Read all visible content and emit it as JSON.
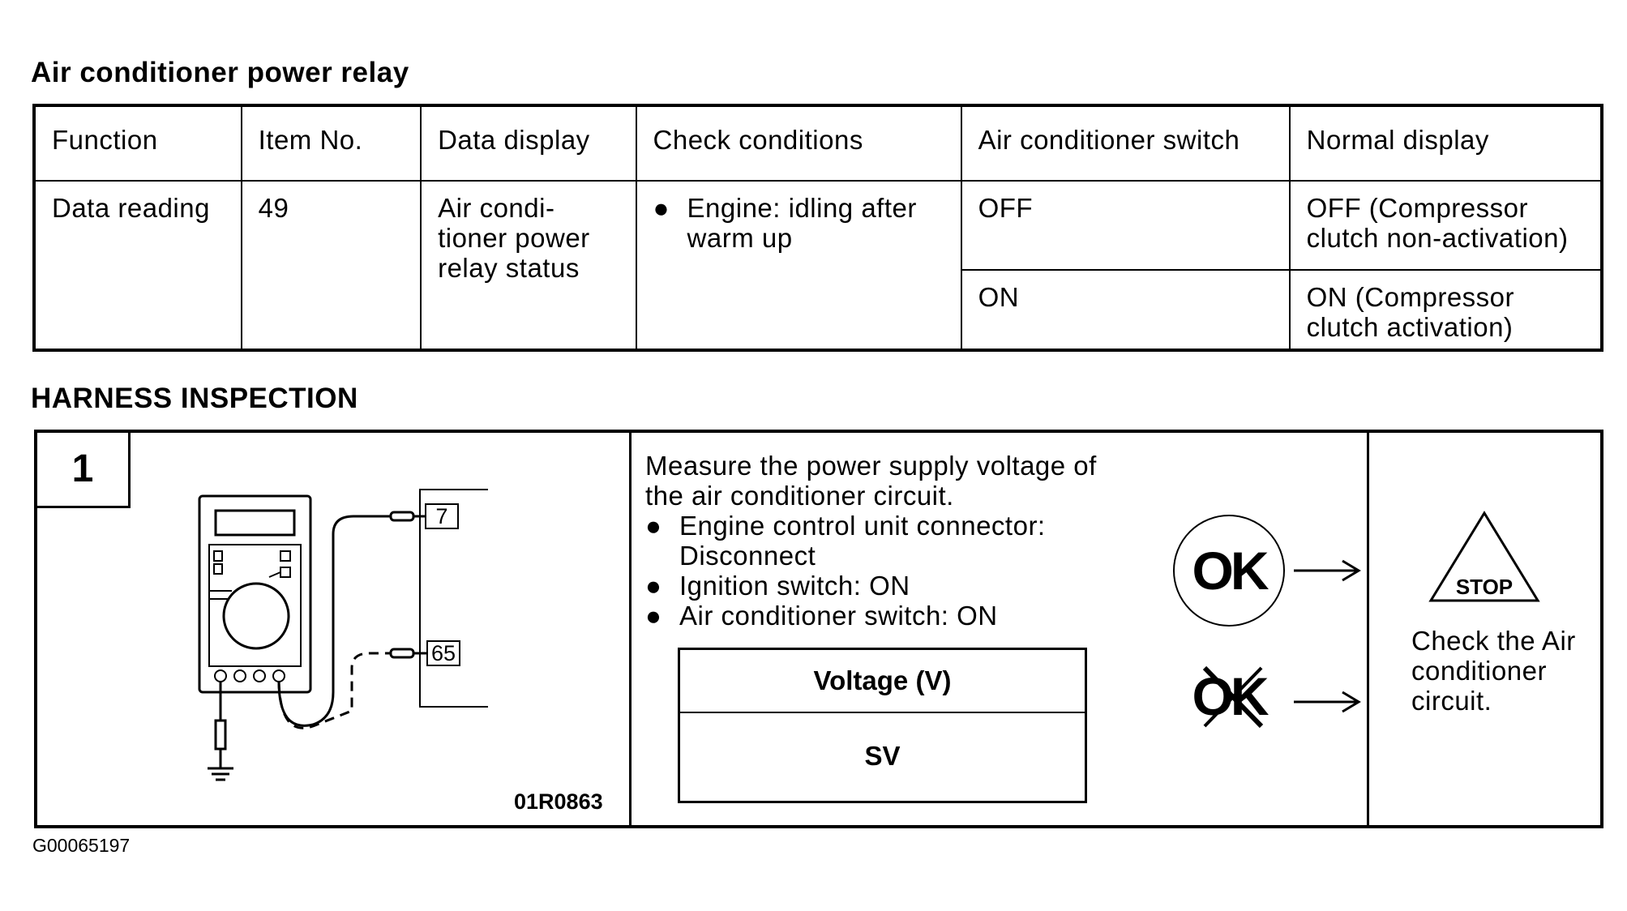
{
  "section1": {
    "title": "Air conditioner power relay",
    "headers": [
      "Function",
      "Item No.",
      "Data display",
      "Check conditions",
      "Air conditioner switch",
      "Normal display"
    ],
    "row": {
      "function": "Data reading",
      "item_no": "49",
      "data_display": [
        "Air condi-",
        "tioner power",
        "relay status"
      ],
      "check_condition": [
        "Engine: idling after",
        "warm up"
      ],
      "switch_off": "OFF",
      "normal_off": [
        "OFF (Compressor",
        "clutch non-activation)"
      ],
      "switch_on": "ON",
      "normal_on": [
        "ON (Compressor",
        "clutch activation)"
      ]
    }
  },
  "section2": {
    "title": "HARNESS INSPECTION",
    "step": "1",
    "figure_code": "01R0863",
    "pins": [
      "7",
      "65"
    ],
    "instruction_lines": [
      "Measure the power supply voltage of",
      "the air conditioner circuit."
    ],
    "bullets": [
      [
        "Engine control unit connector:",
        "Disconnect"
      ],
      [
        "Ignition switch: ON"
      ],
      [
        "Air conditioner switch: ON"
      ]
    ],
    "voltage_header": "Voltage (V)",
    "voltage_value": "SV",
    "ok_label": "OK",
    "stop_label": "STOP",
    "check_text": [
      "Check the Air",
      "conditioner",
      "circuit."
    ]
  },
  "footer_code": "G00065197"
}
